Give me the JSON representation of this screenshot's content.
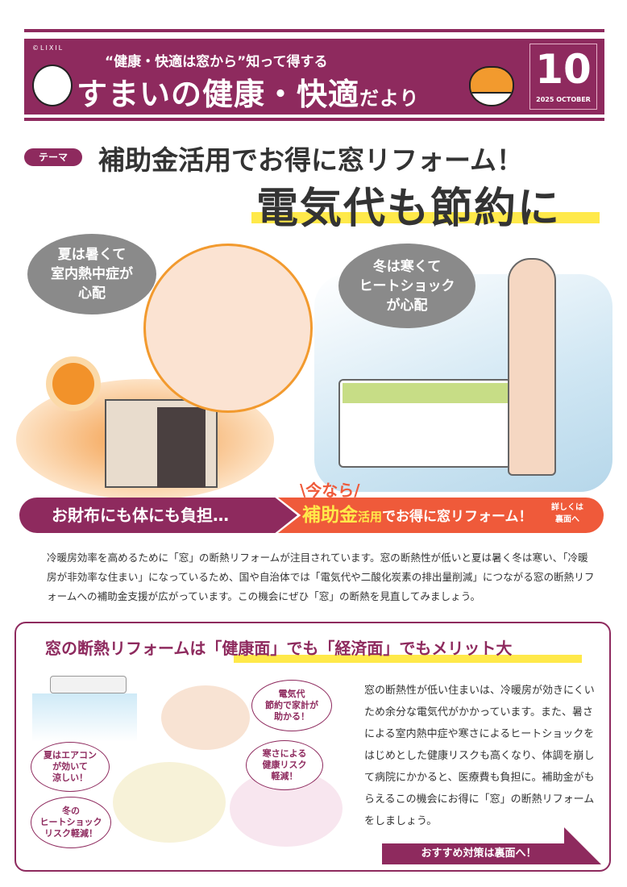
{
  "header": {
    "copyright": "©LIXIL",
    "subtitle": "“健康・快適は窓から”知って得する",
    "title_main": "すまいの健康・快適",
    "title_tail": "だより",
    "issue_number": "10",
    "issue_date": "2025 OCTOBER"
  },
  "theme": {
    "label": "テーマ",
    "title_line1": "補助金活用でお得に窓リフォーム！",
    "title_line2": "電気代も節約に"
  },
  "illustration": {
    "bubble_summer": "夏は暑くて\n室内熱中症が\n心配",
    "bubble_winter": "冬は寒くて\nヒートショック\nが心配"
  },
  "banner": {
    "left": "お財布にも体にも負担…",
    "now": "\\今なら/",
    "right_strong": "補助金",
    "right_mid": "活用",
    "right_rest": "でお得に窓リフォーム！",
    "detail": "詳しくは\n裏面へ"
  },
  "intro": "冷暖房効率を高めるために「窓」の断熱リフォームが注目されています。窓の断熱性が低いと夏は暑く冬は寒い、「冷暖房が非効率な住まい」になっているため、国や自治体では「電気代や二酸化炭素の排出量削減」につながる窓の断熱リフォームへの補助金支援が広がっています。この機会にぜひ「窓」の断熱を見直してみましょう。",
  "merit": {
    "title": "窓の断熱リフォームは「健康面」でも「経済面」でもメリット大",
    "bubbles": [
      "夏はエアコン\nが効いて\n涼しい！",
      "冬の\nヒートショック\nリスク軽減！",
      "電気代\n節約で家計が\n助かる！",
      "寒さによる\n健康リスク\n軽減！"
    ],
    "text": "窓の断熱性が低い住まいは、冷暖房が効きにくいため余分な電気代がかかっています。また、暑さによる室内熱中症や寒さによるヒートショックをはじめとした健康リスクも高くなり、体調を崩して病院にかかると、医療費も負担に。補助金がもらえるこの機会にお得に「窓」の断熱リフォームをしましょう。",
    "cta": "おすすめ対策は裏面へ！"
  },
  "colors": {
    "brand": "#8e2a5e",
    "accent": "#ef5a3a",
    "highlight": "#ffe94a"
  }
}
